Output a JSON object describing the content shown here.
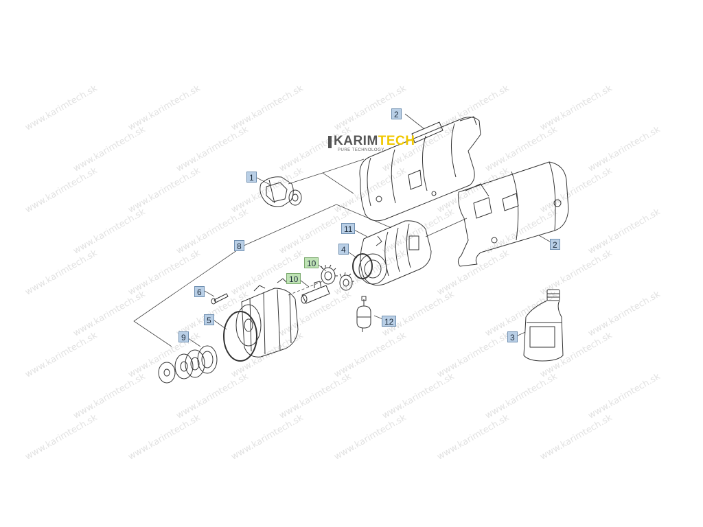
{
  "watermark": {
    "text": "www.karimtech.sk"
  },
  "logo": {
    "name_part1": "KARIM",
    "name_part2": "TECH",
    "tagline": "PURE TECHNOLOGY",
    "accent_color": "#f0c800"
  },
  "callouts": [
    {
      "number": "1",
      "style": "blue"
    },
    {
      "number": "2",
      "style": "blue"
    },
    {
      "number": "2",
      "style": "blue"
    },
    {
      "number": "3",
      "style": "blue"
    },
    {
      "number": "4",
      "style": "blue"
    },
    {
      "number": "5",
      "style": "blue"
    },
    {
      "number": "6",
      "style": "blue"
    },
    {
      "number": "8",
      "style": "blue"
    },
    {
      "number": "9",
      "style": "blue"
    },
    {
      "number": "10",
      "style": "green"
    },
    {
      "number": "10",
      "style": "green"
    },
    {
      "number": "11",
      "style": "blue"
    },
    {
      "number": "12",
      "style": "blue"
    }
  ],
  "colors": {
    "callout_blue": "#b9cfe6",
    "callout_green": "#bfe3b5",
    "line": "#333333"
  }
}
